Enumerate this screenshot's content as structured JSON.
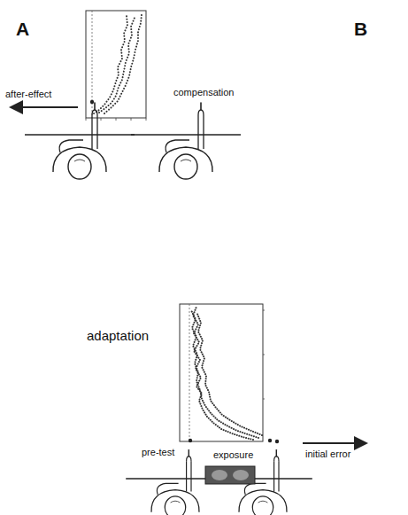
{
  "diagram": {
    "labels": [
      "A",
      "B",
      "after-effect",
      "compensation",
      "adaptation",
      "pre-test",
      "exposure",
      "initial error"
    ]
  }
}
